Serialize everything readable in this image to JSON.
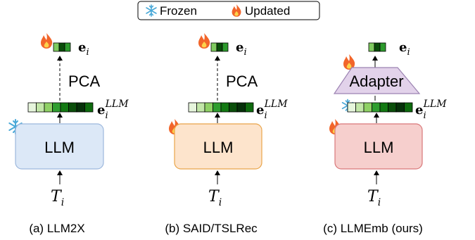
{
  "legend": {
    "frozen_label": "Frozen",
    "updated_label": "Updated",
    "frozen_icon": "snowflake-icon",
    "updated_icon": "flame-icon"
  },
  "symbols": {
    "embedding_base": "e",
    "index": "i",
    "llm_superscript": "LLM",
    "input_base": "T",
    "input_index": "i"
  },
  "panels": [
    {
      "id": "llm2x",
      "caption": "(a) LLM2X",
      "llm_label": "LLM",
      "reduction_label": "PCA",
      "llm_state": "frozen",
      "box_fill": "#dce8f7",
      "box_stroke": "#9db8dd"
    },
    {
      "id": "said-tslrec",
      "caption": "(b) SAID/TSLRec",
      "llm_label": "LLM",
      "reduction_label": "PCA",
      "llm_state": "updated",
      "box_fill": "#fde4cc",
      "box_stroke": "#e9a54a"
    },
    {
      "id": "llmemb",
      "caption": "(c) LLMEmb (ours)",
      "llm_label": "LLM",
      "reduction_label": "Adapter",
      "llm_state": "updated",
      "box_fill": "#f6cfcd",
      "box_stroke": "#d9787a",
      "adapter_fill": "#e2d2ea",
      "adapter_stroke": "#9c83b2"
    }
  ],
  "colors": {
    "llm_vector_cells": [
      "#e6f5dc",
      "#c2e6a8",
      "#8fd165",
      "#2f9e2f",
      "#137a13",
      "#0b4f0b",
      "#06300a",
      "#0e6a0e"
    ],
    "out_vector_cells": [
      "#7fcb5f",
      "#0a4d0a",
      "#2c9a2c"
    ]
  }
}
